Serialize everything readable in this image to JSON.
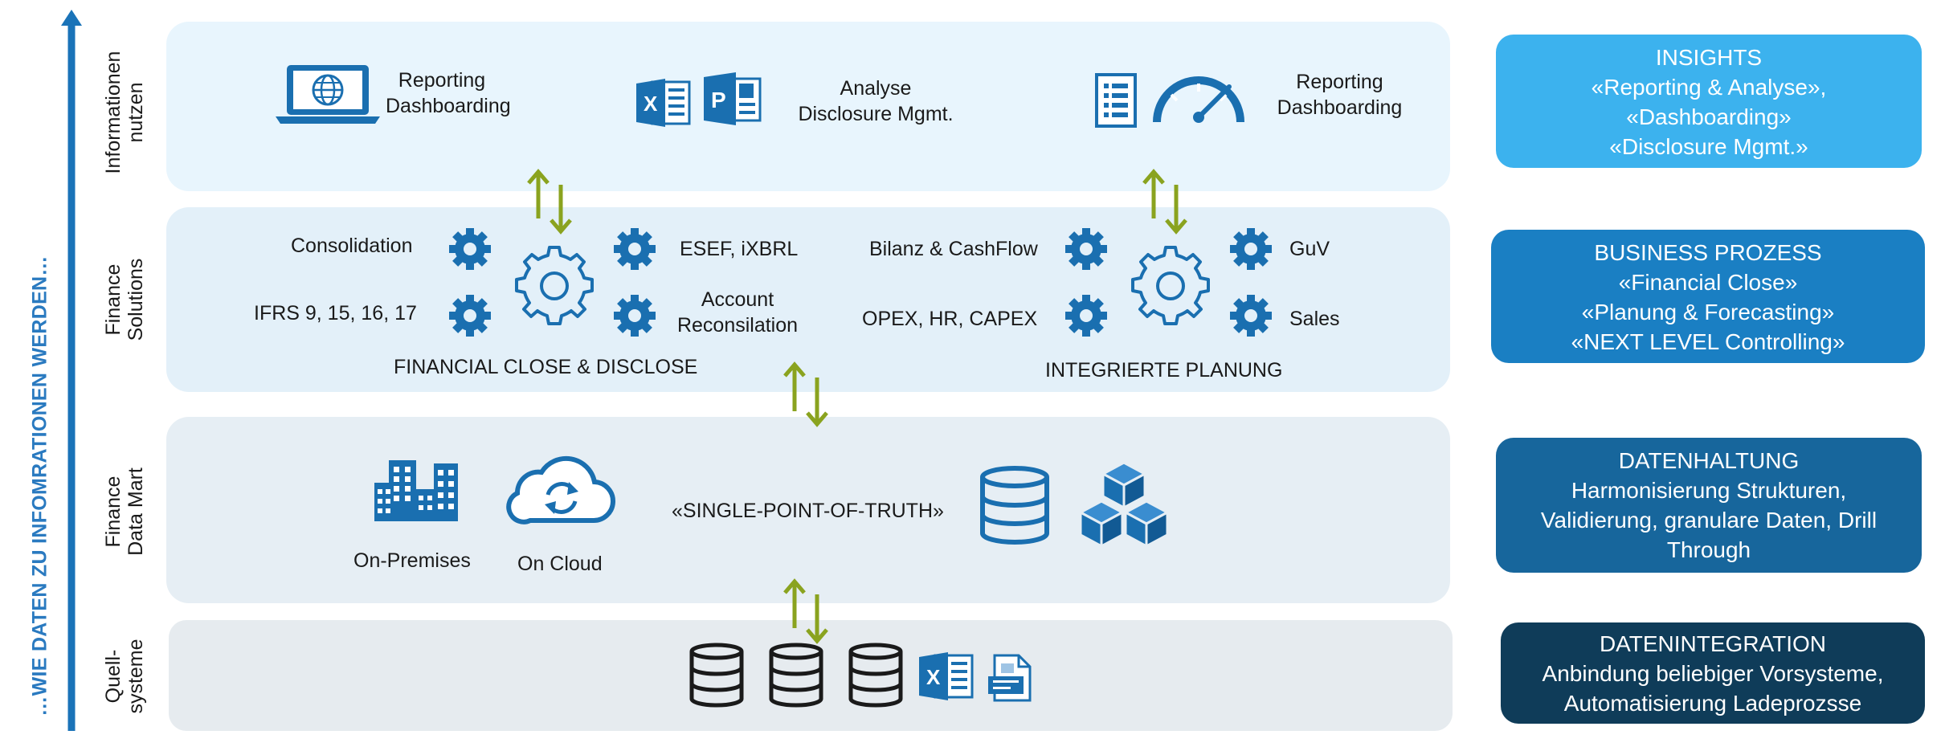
{
  "vertical_title": "…WIE DATEN ZU INFOMRATIONEN WERDEN…",
  "row_labels": [
    {
      "line1": "Informationen",
      "line2": "nutzen"
    },
    {
      "line1": "Finance",
      "line2": "Solutions"
    },
    {
      "line1": "Finance",
      "line2": "Data Mart"
    },
    {
      "line1": "Quell-",
      "line2": "systeme"
    }
  ],
  "layer_insights": {
    "reporting_left_1": "Reporting",
    "reporting_left_2": "Dashboarding",
    "analyse_1": "Analyse",
    "analyse_2": "Disclosure  Mgmt.",
    "reporting_right_1": "Reporting",
    "reporting_right_2": "Dashboarding"
  },
  "layer_solutions": {
    "consolidation": "Consolidation",
    "ifrs": "IFRS 9, 15, 16, 17",
    "esef": "ESEF,  iXBRL",
    "account_1": "Account",
    "account_2": "Reconsilation",
    "financial_close": "FINANCIAL CLOSE & DISCLOSE",
    "bilanz": "Bilanz & CashFlow",
    "opex": "OPEX, HR, CAPEX",
    "guv": "GuV",
    "sales": "Sales",
    "planung": "INTEGRIERTE PLANUNG"
  },
  "layer_datamart": {
    "on_premises": "On-Premises",
    "on_cloud": "On Cloud",
    "spot": "«SINGLE-POINT-OF-TRUTH»"
  },
  "side_boxes": [
    {
      "title": "INSIGHTS",
      "lines": [
        "«Reporting & Analyse»,",
        "«Dashboarding»",
        "«Disclosure Mgmt.»"
      ],
      "color": "#3cb2ee"
    },
    {
      "title": "BUSINESS PROZESS",
      "lines": [
        "«Financial Close»",
        "«Planung & Forecasting»",
        "«NEXT LEVEL Controlling»"
      ],
      "color": "#1a7fc3"
    },
    {
      "title": "DATENHALTUNG",
      "lines": [
        "Harmonisierung Strukturen,",
        "Validierung, granulare Daten, Drill",
        "Through"
      ],
      "color": "#17669c"
    },
    {
      "title": "DATENINTEGRATION",
      "lines": [
        "Anbindung beliebiger Vorsysteme,",
        "Automatisierung Ladeprozsse"
      ],
      "color": "#0f3c59"
    }
  ],
  "colors": {
    "layer1": "#e8f5fd",
    "layer2": "#e3f0f9",
    "layer3": "#e6eef4",
    "layer4": "#e6ebef",
    "icon_blue": "#1a6fb0",
    "arrow_green": "#8aa31f",
    "vertical_text": "#2a7ac0"
  },
  "icons": [
    "laptop-globe-icon",
    "excel-icon",
    "powerpoint-icon",
    "document-list-icon",
    "speedometer-icon",
    "gear-icon",
    "buildings-icon",
    "cloud-sync-icon",
    "database-icon",
    "cubes-icon",
    "xml-document-icon"
  ]
}
